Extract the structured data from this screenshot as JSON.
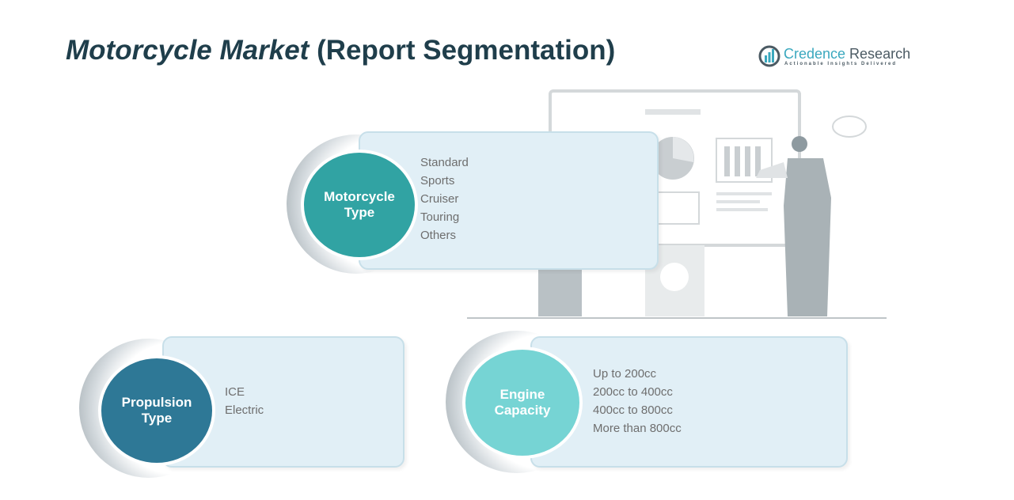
{
  "title": {
    "italic": "Motorcycle Market ",
    "normal": "(Report Segmentation)"
  },
  "logo": {
    "name_a": "Credence",
    "name_b": " Research",
    "tagline": "Actionable Insights Delivered"
  },
  "segments": [
    {
      "label_1": "Motorcycle",
      "label_2": "Type",
      "color": "#31a3a3",
      "items": [
        "Standard",
        "Sports",
        "Cruiser",
        "Touring",
        "Others"
      ]
    },
    {
      "label_1": "Propulsion",
      "label_2": "Type",
      "color": "#2e7896",
      "items": [
        "ICE",
        "Electric"
      ]
    },
    {
      "label_1": "Engine",
      "label_2": "Capacity",
      "color": "#76d4d4",
      "items": [
        "Up to 200cc",
        "200cc to 400cc",
        "400cc to 800cc",
        "More than 800cc"
      ]
    }
  ]
}
